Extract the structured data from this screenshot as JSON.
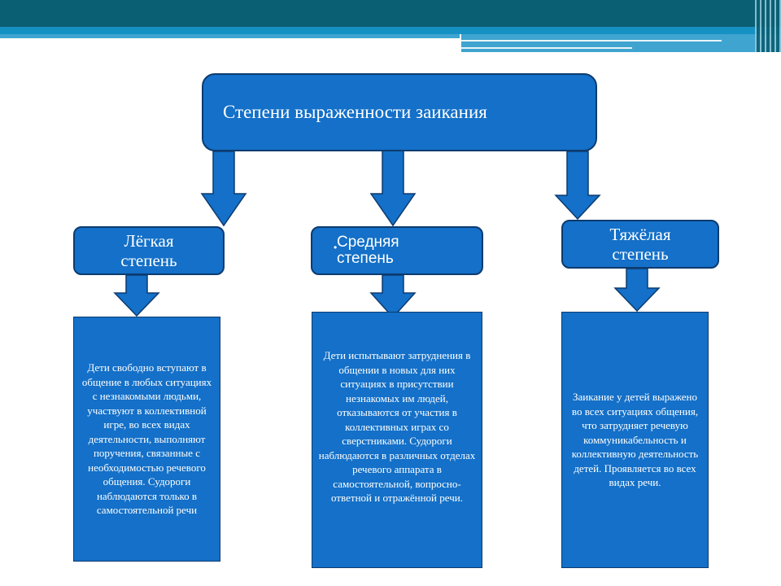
{
  "diagram": {
    "title": "Степени выраженности заикания",
    "levels": [
      {
        "label": "Лёгкая степень",
        "description": "Дети свободно вступают в общение в любых ситуациях с незнакомыми людьми, участвуют в коллективной игре, во всех видах деятельности, выполняют поручения, связанные с необходимостью речевого общения. Судороги наблюдаются только в самостоятельной речи"
      },
      {
        "label": "Средняя степень",
        "description": "Дети испытывают затруднения в общении в новых для них ситуациях в присутствии незнакомых им людей, отказываются от участия в коллективных играх со сверстниками. Судороги наблюдаются в различных отделах речевого аппарата в самостоятельной, вопросно-ответной и отражённой речи."
      },
      {
        "label": "Тяжёлая степень",
        "description": "Заикание у детей выражено во всех ситуациях общения, что затрудняет речевую коммуникабельность и коллективную деятельность детей. Проявляется во всех видах речи."
      }
    ]
  },
  "colors": {
    "box_fill": "#1470c8",
    "box_border": "#0d3b6f",
    "header_dark": "#0b5f72",
    "header_blue": "#1691c3"
  }
}
